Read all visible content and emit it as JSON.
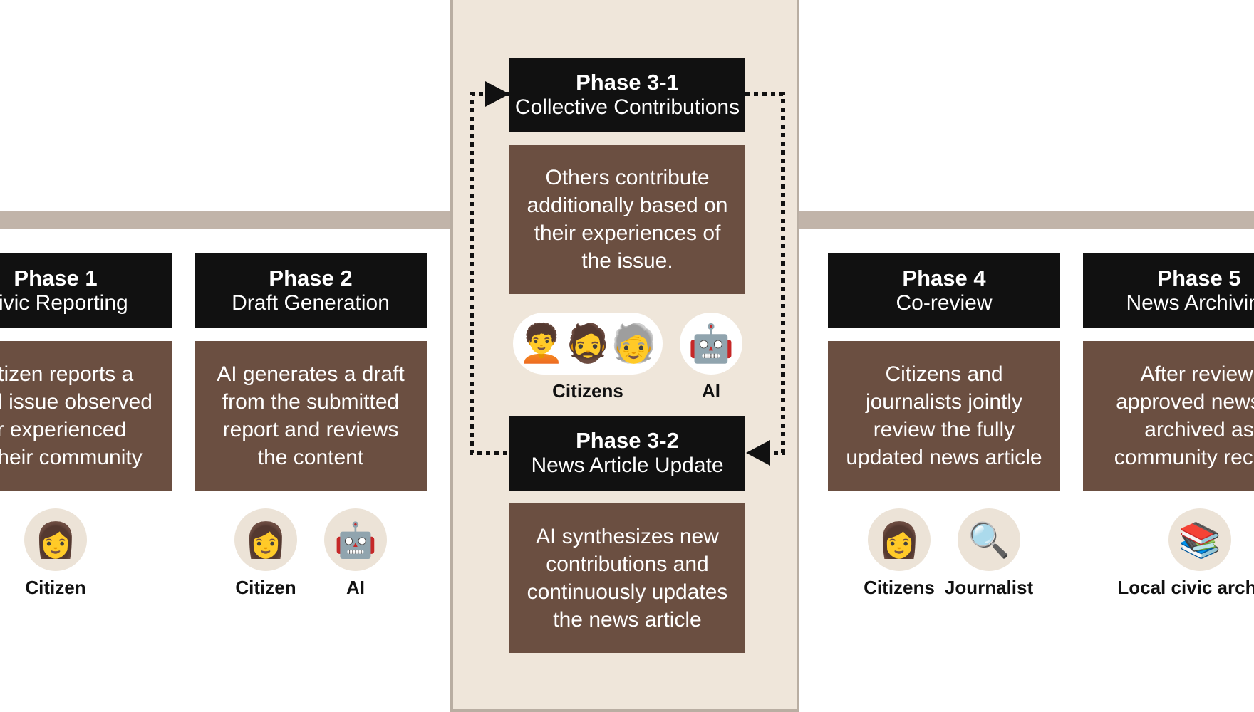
{
  "colors": {
    "header": "#111111",
    "description": "#6b4f41",
    "band": "#c1b4a9",
    "panel": "#efe6da",
    "icon_bg": "#ece3d7"
  },
  "phases": [
    {
      "title": "Phase 1",
      "subtitle": "Civic Reporting",
      "lines": [
        "Citizen reports a",
        "local issue observed",
        "or experienced",
        "in their community"
      ],
      "actors": [
        {
          "icon": "woman-emoji",
          "glyph": "👩",
          "label": "Citizen"
        }
      ]
    },
    {
      "title": "Phase 2",
      "subtitle": "Draft Generation",
      "lines": [
        "AI generates a draft",
        "from the submitted",
        "report and reviews",
        "the content"
      ],
      "actors": [
        {
          "icon": "woman-emoji",
          "glyph": "👩",
          "label": "Citizen"
        },
        {
          "icon": "robot-emoji",
          "glyph": "🤖",
          "label": "AI"
        }
      ]
    },
    {
      "title": "Phase 4",
      "subtitle": "Co-review",
      "lines": [
        "Citizens and",
        "journalists jointly",
        "review the fully",
        "updated news article"
      ],
      "actors": [
        {
          "icon": "woman-emoji",
          "glyph": "👩",
          "label": "Citizens"
        },
        {
          "icon": "magnifier-emoji",
          "glyph": "🔍",
          "label": "Journalist"
        }
      ]
    },
    {
      "title": "Phase 5",
      "subtitle": "News Archiving",
      "lines": [
        "After review,",
        "approved news is",
        "archived as",
        "community record"
      ],
      "actors": [
        {
          "icon": "books-emoji",
          "glyph": "📚",
          "label": "Local civic archive"
        }
      ]
    }
  ],
  "phase3": {
    "p31": {
      "title": "Phase 3-1",
      "subtitle": "Collective Contributions",
      "lines": [
        "Others contribute",
        "additionally based on",
        "their experiences of",
        "the issue."
      ]
    },
    "actors": {
      "citizens_glyphs": "🧑‍🦱🧔🧓",
      "citizens_label": "Citizens",
      "ai_glyph": "🤖",
      "ai_label": "AI"
    },
    "p32": {
      "title": "Phase 3-2",
      "subtitle": "News Article Update",
      "lines": [
        "AI synthesizes new",
        "contributions and",
        "continuously updates",
        "the news article"
      ]
    }
  }
}
